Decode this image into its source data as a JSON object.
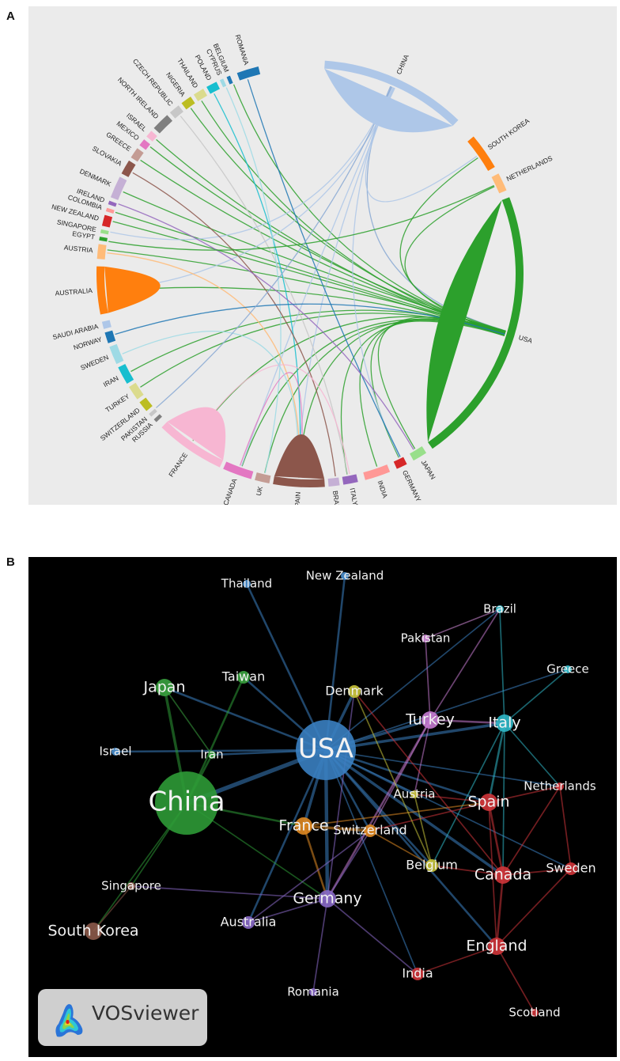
{
  "panel_a_letter": "A",
  "panel_b_letter": "B",
  "chord": {
    "countries": [
      {
        "name": "CHINA",
        "color": "#aec7e8"
      },
      {
        "name": "SOUTH KOREA",
        "color": "#ff7f0e"
      },
      {
        "name": "NETHERLANDS",
        "color": "#ffbb78"
      },
      {
        "name": "USA",
        "color": "#2ca02c"
      },
      {
        "name": "JAPAN",
        "color": "#98df8a"
      },
      {
        "name": "GERMANY",
        "color": "#d62728"
      },
      {
        "name": "INDIA",
        "color": "#ff9896"
      },
      {
        "name": "ITALY",
        "color": "#9467bd"
      },
      {
        "name": "BRAZIL",
        "color": "#c5b0d5"
      },
      {
        "name": "SPAIN",
        "color": "#8c564b"
      },
      {
        "name": "UK",
        "color": "#c49c94"
      },
      {
        "name": "CANADA",
        "color": "#e377c2"
      },
      {
        "name": "FRANCE",
        "color": "#f7b6d2"
      },
      {
        "name": "RUSSIA",
        "color": "#7f7f7f"
      },
      {
        "name": "PAKISTAN",
        "color": "#c7c7c7"
      },
      {
        "name": "SWITZERLAND",
        "color": "#bcbd22"
      },
      {
        "name": "TURKEY",
        "color": "#dbdb8d"
      },
      {
        "name": "IRAN",
        "color": "#17becf"
      },
      {
        "name": "SWEDEN",
        "color": "#9edae5"
      },
      {
        "name": "NORWAY",
        "color": "#1f77b4"
      },
      {
        "name": "SAUDI ARABIA",
        "color": "#aec7e8"
      },
      {
        "name": "AUSTRALIA",
        "color": "#ff7f0e"
      },
      {
        "name": "AUSTRIA",
        "color": "#ffbb78"
      },
      {
        "name": "EGYPT",
        "color": "#2ca02c"
      },
      {
        "name": "SINGAPORE",
        "color": "#98df8a"
      },
      {
        "name": "NEW ZEALAND",
        "color": "#d62728"
      },
      {
        "name": "COLOMBIA",
        "color": "#ff9896"
      },
      {
        "name": "IRELAND",
        "color": "#9467bd"
      },
      {
        "name": "DENMARK",
        "color": "#c5b0d5"
      },
      {
        "name": "SLOVAKIA",
        "color": "#8c564b"
      },
      {
        "name": "GREECE",
        "color": "#c49c94"
      },
      {
        "name": "MEXICO",
        "color": "#e377c2"
      },
      {
        "name": "ISRAEL",
        "color": "#f7b6d2"
      },
      {
        "name": "NORTH IRELAND",
        "color": "#7f7f7f"
      },
      {
        "name": "CZECH REPUBLIC",
        "color": "#c7c7c7"
      },
      {
        "name": "NIGERIA",
        "color": "#bcbd22"
      },
      {
        "name": "THAILAND",
        "color": "#dbdb8d"
      },
      {
        "name": "POLAND",
        "color": "#17becf"
      },
      {
        "name": "CYPRUS",
        "color": "#9edae5"
      },
      {
        "name": "BELGIUM",
        "color": "#1f77b4"
      },
      {
        "name": "ROMANIA",
        "color": "#1f77b4"
      }
    ]
  },
  "network": {
    "nodes": [
      {
        "label": "USA",
        "cluster": "blue",
        "weight": 10,
        "color": "#3a7fc1"
      },
      {
        "label": "China",
        "cluster": "green",
        "weight": 9,
        "color": "#2e9a36"
      },
      {
        "label": "Japan",
        "cluster": "green",
        "weight": 3,
        "color": "#3aa23f"
      },
      {
        "label": "Taiwan",
        "cluster": "green",
        "weight": 2,
        "color": "#3aa23f"
      },
      {
        "label": "Iran",
        "cluster": "green",
        "weight": 1,
        "color": "#3aa23f"
      },
      {
        "label": "Thailand",
        "cluster": "blue",
        "weight": 1,
        "color": "#4a90d0"
      },
      {
        "label": "New Zealand",
        "cluster": "blue",
        "weight": 1,
        "color": "#4a90d0"
      },
      {
        "label": "Israel",
        "cluster": "blue",
        "weight": 1,
        "color": "#4a90d0"
      },
      {
        "label": "Denmark",
        "cluster": "yellow",
        "weight": 2,
        "color": "#c9c43a"
      },
      {
        "label": "Turkey",
        "cluster": "purple",
        "weight": 3,
        "color": "#c47ad0"
      },
      {
        "label": "Pakistan",
        "cluster": "purple",
        "weight": 1,
        "color": "#d28ad8"
      },
      {
        "label": "Brazil",
        "cluster": "cyan",
        "weight": 1,
        "color": "#3ec6d6"
      },
      {
        "label": "Greece",
        "cluster": "cyan",
        "weight": 1,
        "color": "#3ec6d6"
      },
      {
        "label": "Italy",
        "cluster": "cyan",
        "weight": 3,
        "color": "#2fb8c8"
      },
      {
        "label": "Austria",
        "cluster": "yellow",
        "weight": 1,
        "color": "#c9c43a"
      },
      {
        "label": "France",
        "cluster": "orange",
        "weight": 3,
        "color": "#e08a22"
      },
      {
        "label": "Switzerland",
        "cluster": "orange",
        "weight": 2,
        "color": "#e08a22"
      },
      {
        "label": "Spain",
        "cluster": "red",
        "weight": 3,
        "color": "#d0353a"
      },
      {
        "label": "Netherlands",
        "cluster": "red",
        "weight": 1,
        "color": "#d0353a"
      },
      {
        "label": "Belgium",
        "cluster": "yellow",
        "weight": 2,
        "color": "#c9c43a"
      },
      {
        "label": "Canada",
        "cluster": "red",
        "weight": 3,
        "color": "#d0353a"
      },
      {
        "label": "Sweden",
        "cluster": "red",
        "weight": 2,
        "color": "#d0353a"
      },
      {
        "label": "Germany",
        "cluster": "purple",
        "weight": 3,
        "color": "#8a6ac8"
      },
      {
        "label": "Australia",
        "cluster": "purple",
        "weight": 2,
        "color": "#8a6ac8"
      },
      {
        "label": "Singapore",
        "cluster": "brown",
        "weight": 1,
        "color": "#9a6a5a"
      },
      {
        "label": "South Korea",
        "cluster": "brown",
        "weight": 3,
        "color": "#8c5a4a"
      },
      {
        "label": "England",
        "cluster": "red",
        "weight": 3,
        "color": "#d0353a"
      },
      {
        "label": "India",
        "cluster": "red",
        "weight": 2,
        "color": "#d0353a"
      },
      {
        "label": "Romania",
        "cluster": "purple",
        "weight": 1,
        "color": "#8a6ac8"
      },
      {
        "label": "Scotland",
        "cluster": "red",
        "weight": 1,
        "color": "#d0353a"
      }
    ]
  },
  "logo": {
    "text": "VOSviewer"
  }
}
